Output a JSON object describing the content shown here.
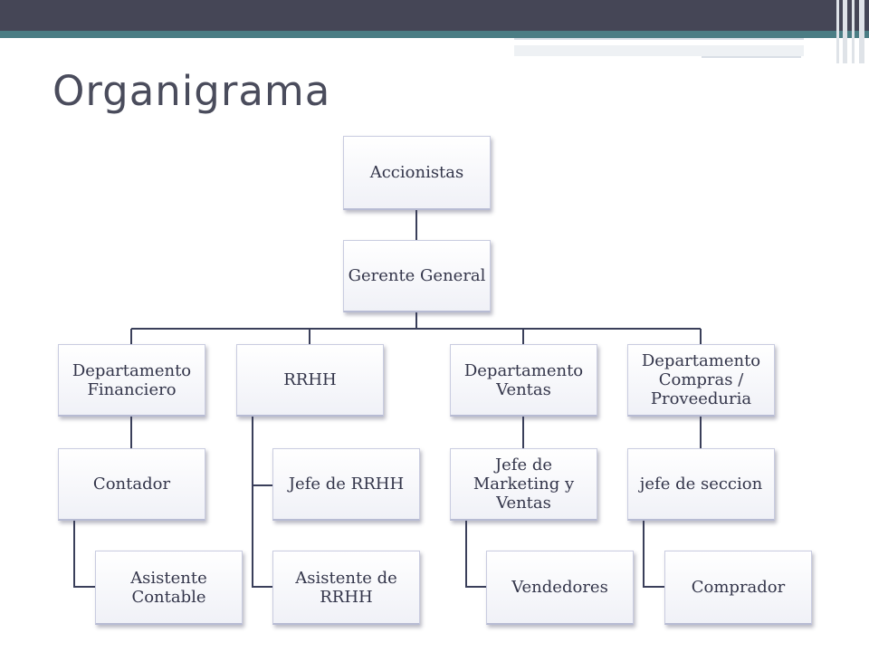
{
  "slide": {
    "title": "Organigrama"
  },
  "colors": {
    "header_bar": "#454656",
    "header_stripe": "#4b7d84",
    "node_border": "#c9cce0",
    "connector": "#3a3f5a",
    "text": "#33354a"
  },
  "org_chart": {
    "root": "Accionistas",
    "general_manager": "Gerente General",
    "departments": [
      {
        "name": "Departamento Financiero",
        "children": [
          "Contador",
          "Asistente Contable"
        ]
      },
      {
        "name": "RRHH",
        "children": [
          "Jefe de RRHH",
          "Asistente de RRHH"
        ]
      },
      {
        "name": "Departamento Ventas",
        "children": [
          "Jefe de Marketing y Ventas",
          "Vendedores"
        ]
      },
      {
        "name": "Departamento Compras / Proveeduria",
        "children": [
          "jefe de seccion",
          "Comprador"
        ]
      }
    ]
  }
}
